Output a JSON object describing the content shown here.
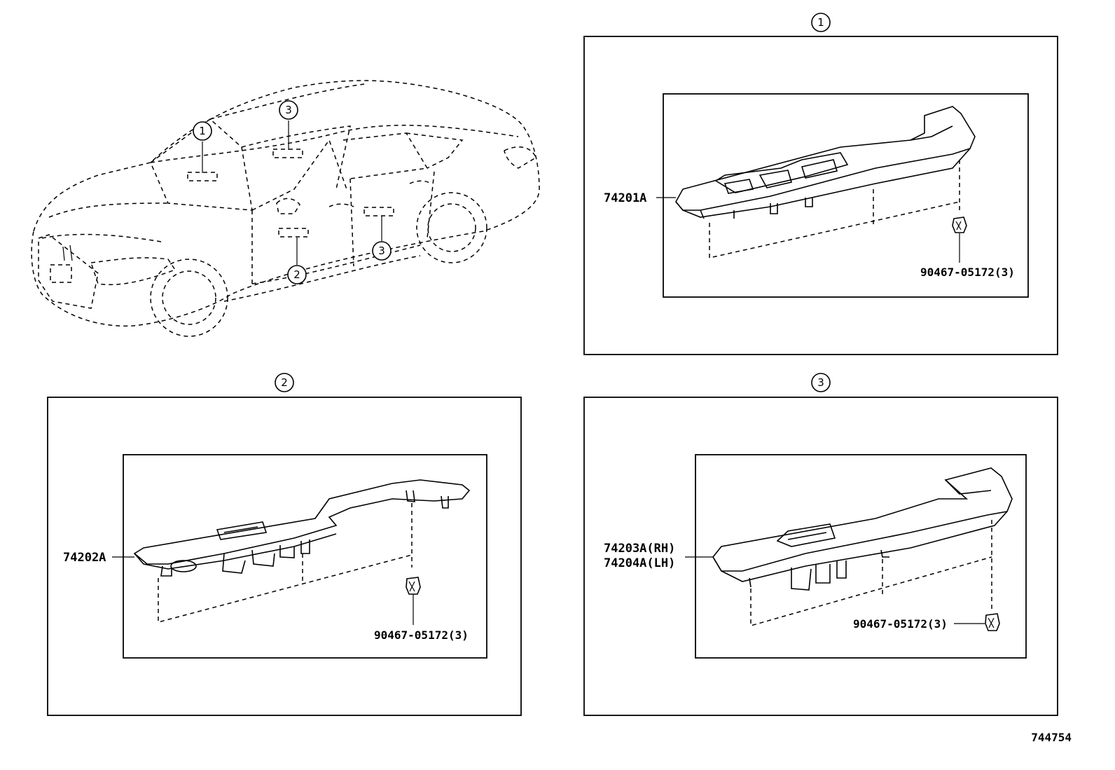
{
  "callouts": {
    "c1": "1",
    "c2": "2",
    "c3": "3"
  },
  "panel_1": {
    "callout": "1",
    "part_main": "74201A",
    "part_clip": "90467-05172(3)"
  },
  "panel_2": {
    "callout": "2",
    "part_main": "74202A",
    "part_clip": "90467-05172(3)"
  },
  "panel_3": {
    "callout": "3",
    "part_main_rh": "74203A(RH)",
    "part_main_lh": "74204A(LH)",
    "part_clip": "90467-05172(3)"
  },
  "vehicle": {
    "callout_1": "1",
    "callout_2": "2",
    "callout_3a": "3",
    "callout_3b": "3"
  },
  "illustration_number": "744754"
}
